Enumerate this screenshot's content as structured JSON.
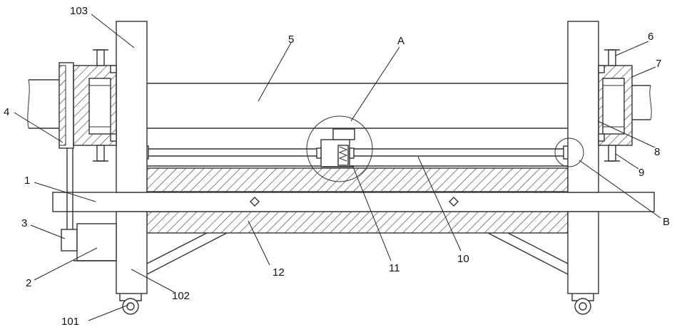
{
  "labels": {
    "l1": "1",
    "l2": "2",
    "l3": "3",
    "l4": "4",
    "l5": "5",
    "l6": "6",
    "l7": "7",
    "l8": "8",
    "l9": "9",
    "l10": "10",
    "l11": "11",
    "l12": "12",
    "l101": "101",
    "l102": "102",
    "l103": "103",
    "lA": "A",
    "lB": "B"
  }
}
